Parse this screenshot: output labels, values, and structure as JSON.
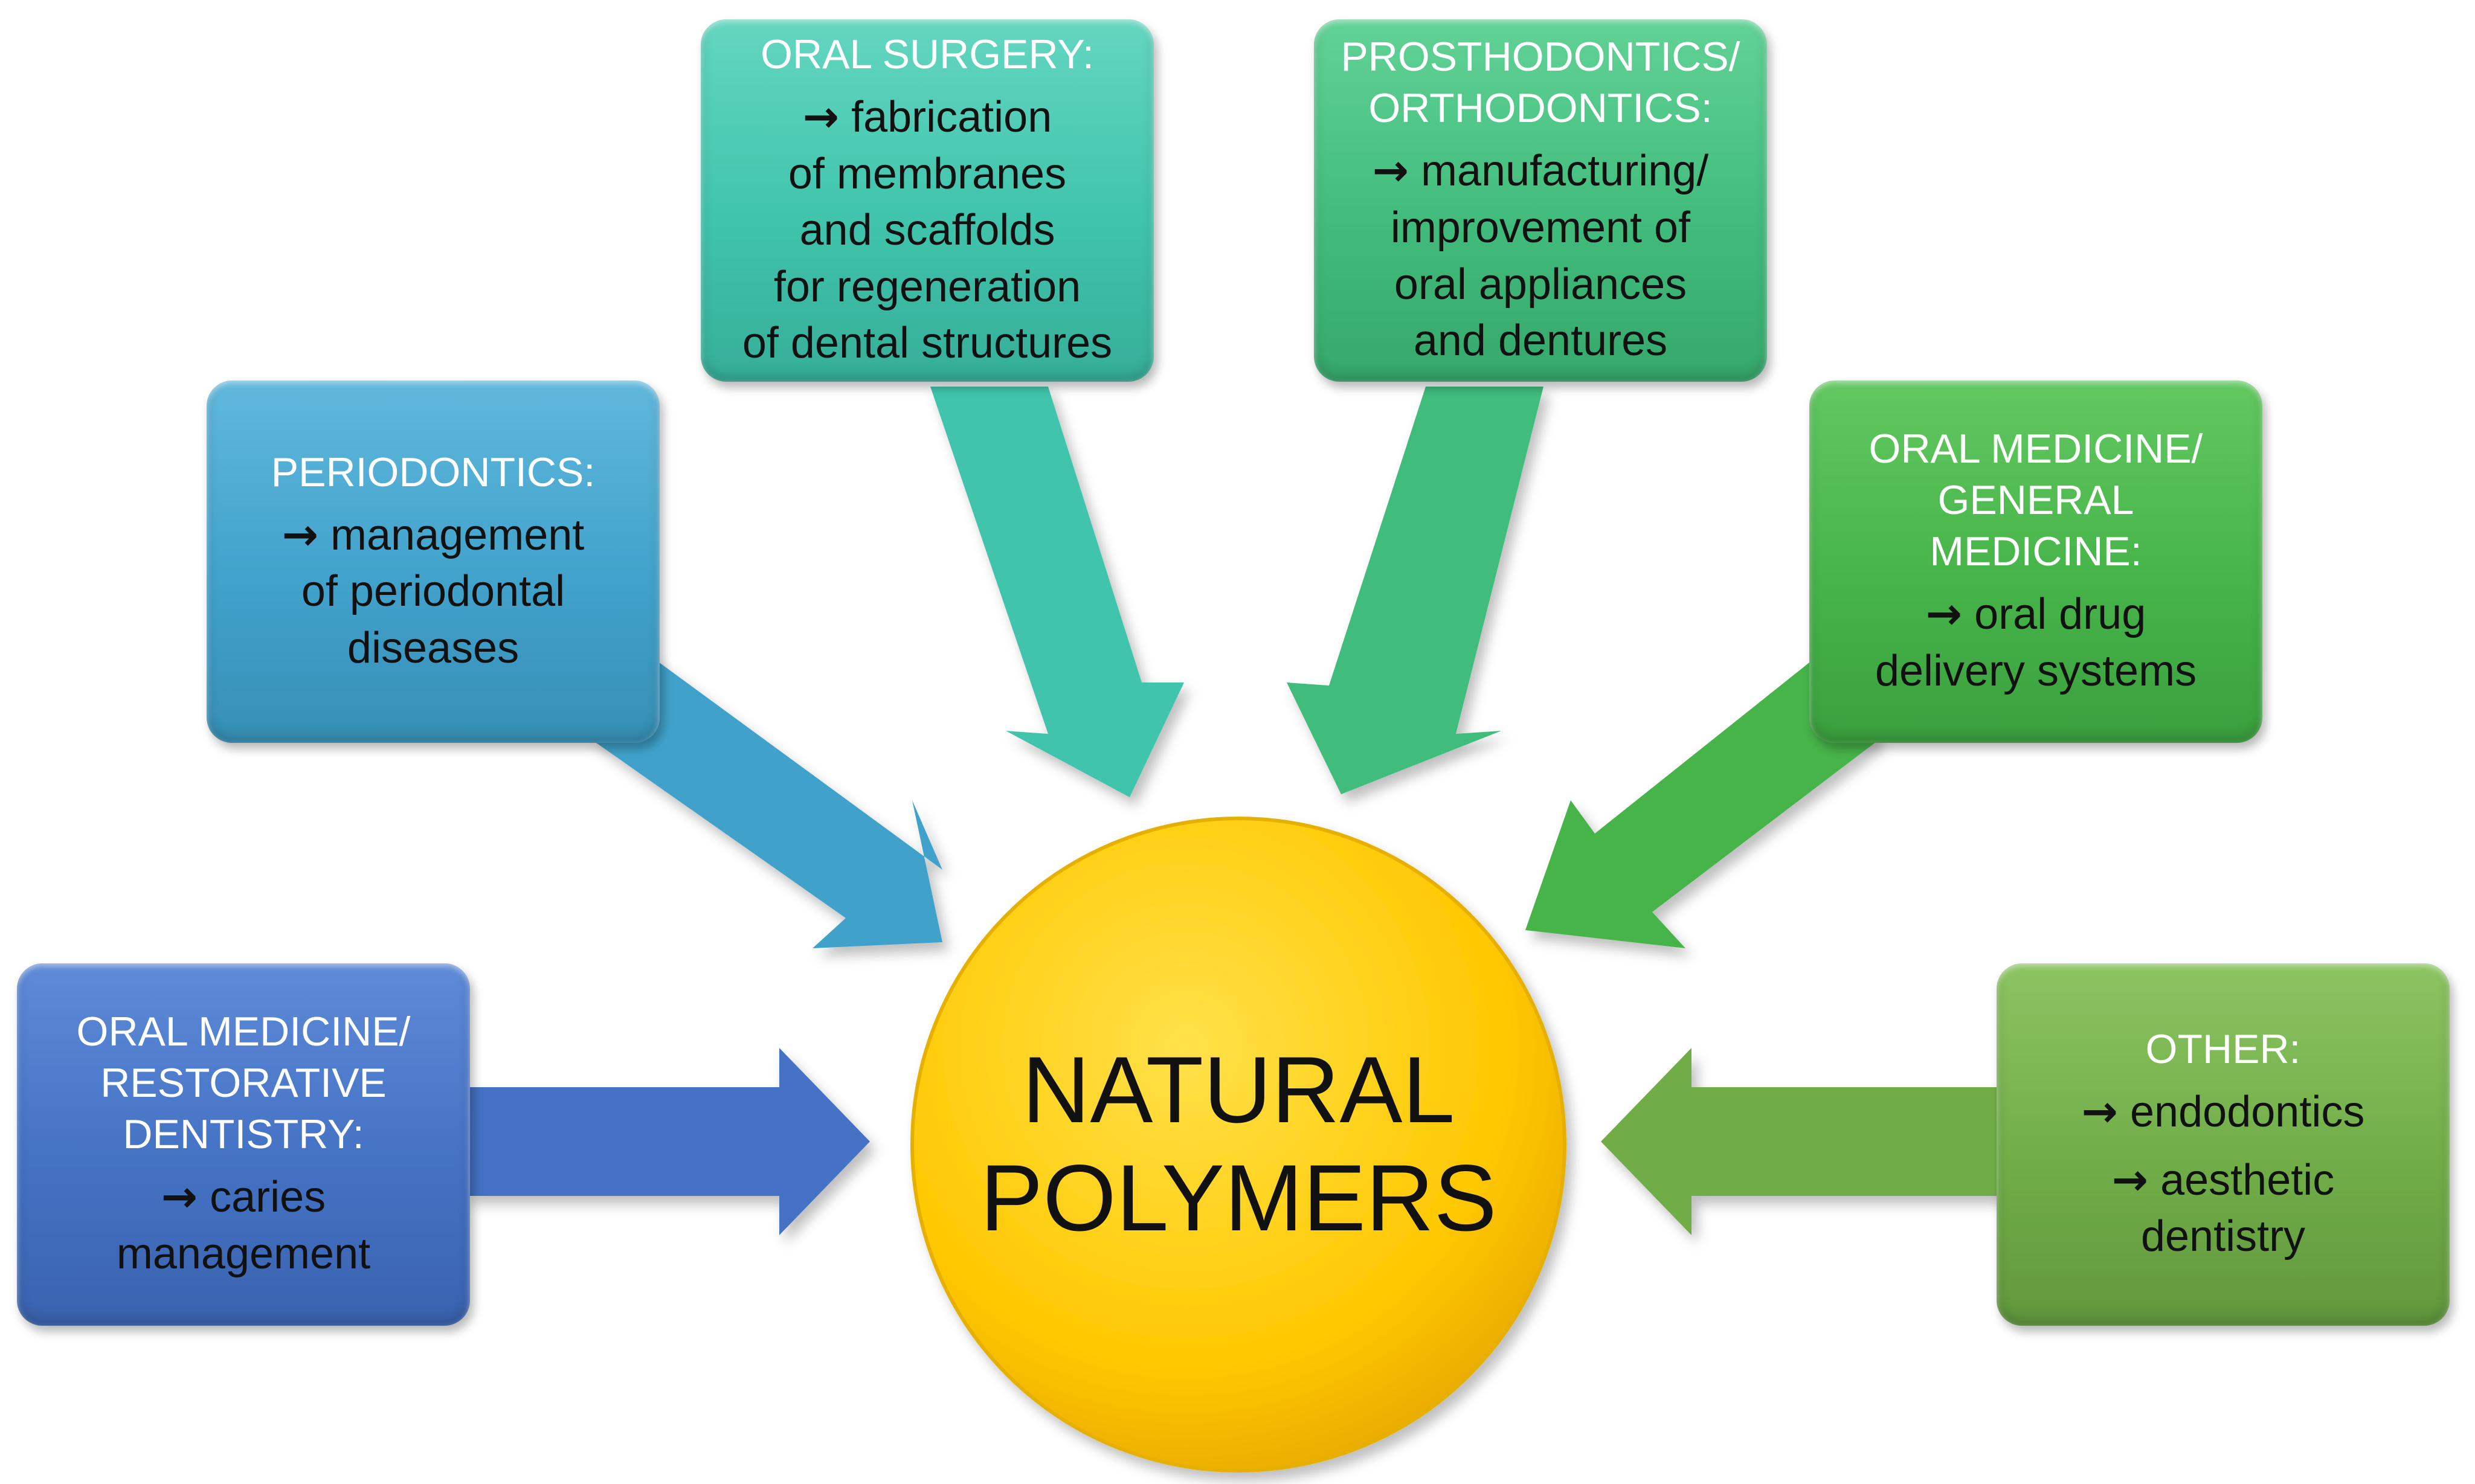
{
  "center": {
    "line1": "NATURAL",
    "line2": "POLYMERS",
    "color": "#FFCC00"
  },
  "boxes": {
    "restorative": {
      "head": "ORAL MEDICINE/\nRESTORATIVE\nDENTISTRY:",
      "body": "caries\nmanagement",
      "color": "#4472C4"
    },
    "periodontics": {
      "head": "PERIODONTICS:",
      "body": "management\nof periodontal\ndiseases",
      "color": "#41A2CB"
    },
    "oral_surgery": {
      "head": "ORAL SURGERY:",
      "body": "fabrication\nof membranes\nand scaffolds\nfor regeneration\nof dental structures",
      "color": "#40C4AC"
    },
    "prosthodontics": {
      "head": "PROSTHODONTICS/\nORTHODONTICS:",
      "body": "manufacturing/\nimprovement of\noral appliances\nand dentures",
      "color": "#41BC7D"
    },
    "general_medicine": {
      "head": "ORAL MEDICINE/\nGENERAL\nMEDICINE:",
      "body": "oral drug\ndelivery systems",
      "color": "#46B449"
    },
    "other": {
      "head": "OTHER:",
      "items": [
        "endodontics",
        "aesthetic\ndentistry"
      ],
      "color": "#70AD47"
    }
  },
  "arrow_symbol": "→"
}
